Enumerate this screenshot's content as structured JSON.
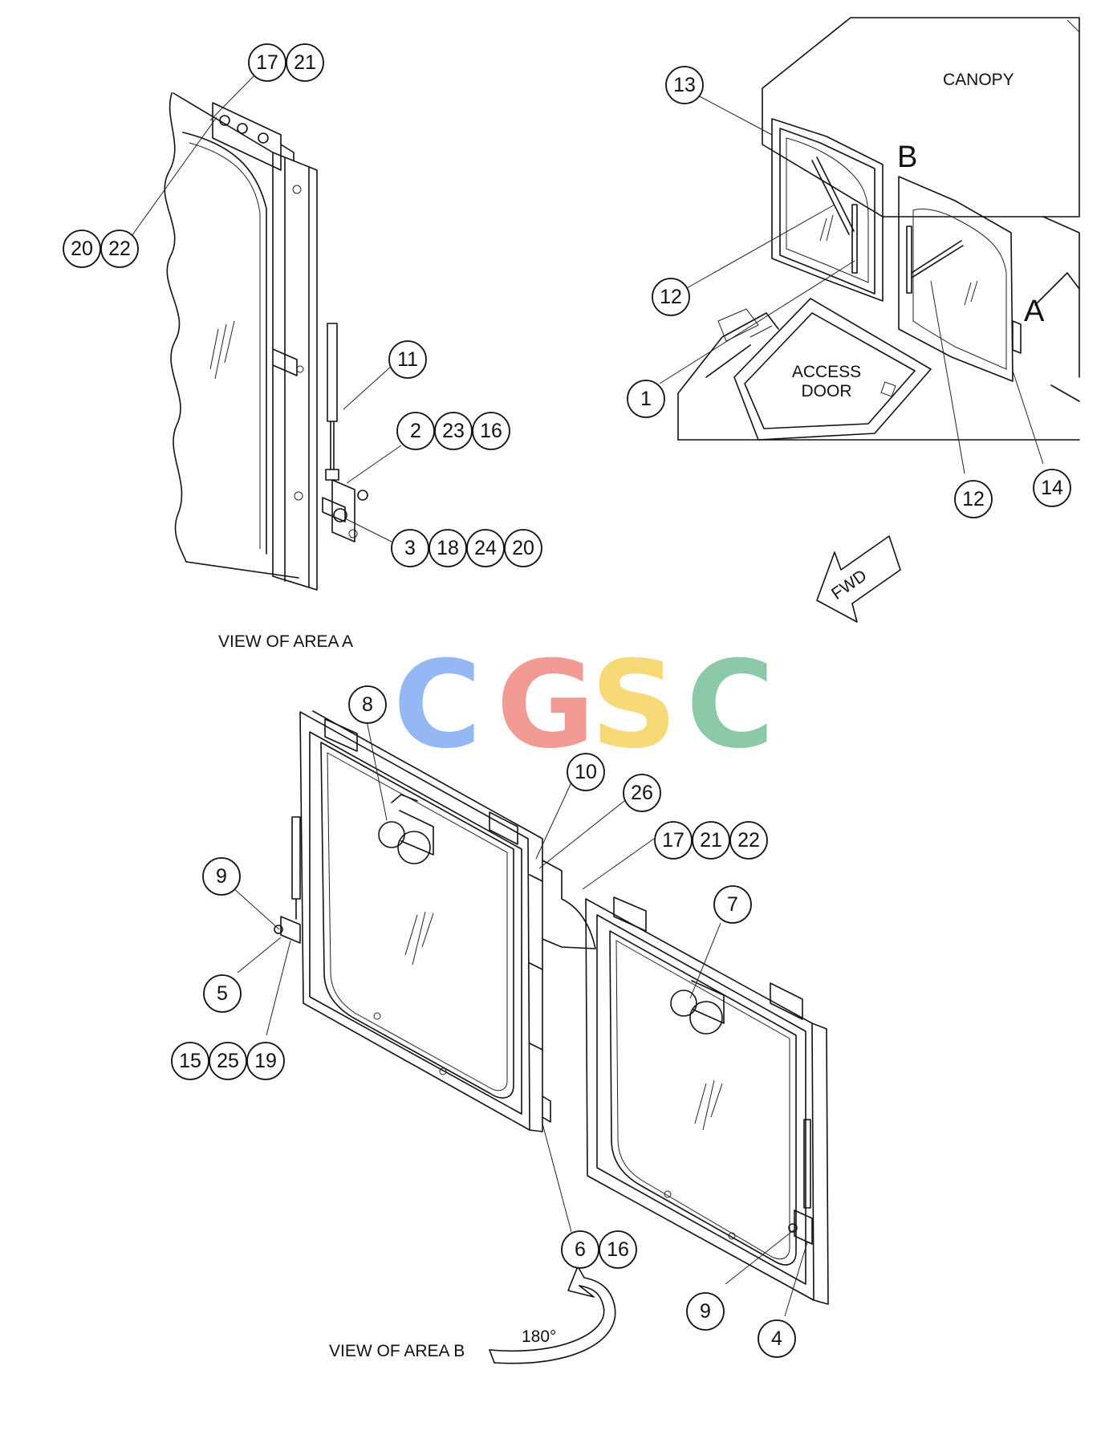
{
  "labels": {
    "canopy": "CANOPY",
    "access_door_line1": "ACCESS",
    "access_door_line2": "DOOR",
    "letter_b": "B",
    "letter_a": "A",
    "fwd": "FWD",
    "view_area_a": "VIEW OF AREA A",
    "view_area_b": "VIEW OF AREA B",
    "rotation": "180°"
  },
  "watermark": {
    "letters": [
      "C",
      "G",
      "S",
      "C"
    ],
    "colors": [
      "#8fb4f5",
      "#f2958f",
      "#f8d770",
      "#86c7a4"
    ]
  },
  "callouts": {
    "a_17": "17",
    "a_21": "21",
    "a_20": "20",
    "a_22": "22",
    "a_11": "11",
    "a_2": "2",
    "a_23": "23",
    "a_16": "16",
    "a_3": "3",
    "a_18": "18",
    "a_24": "24",
    "a_20b": "20",
    "o_13": "13",
    "o_12a": "12",
    "o_1": "1",
    "o_12b": "12",
    "o_14": "14",
    "b_8": "8",
    "b_10": "10",
    "b_26": "26",
    "b_17": "17",
    "b_21": "21",
    "b_22": "22",
    "b_9a": "9",
    "b_5": "5",
    "b_15": "15",
    "b_25": "25",
    "b_19": "19",
    "b_7": "7",
    "b_6": "6",
    "b_16": "16",
    "b_9b": "9",
    "b_4": "4"
  }
}
